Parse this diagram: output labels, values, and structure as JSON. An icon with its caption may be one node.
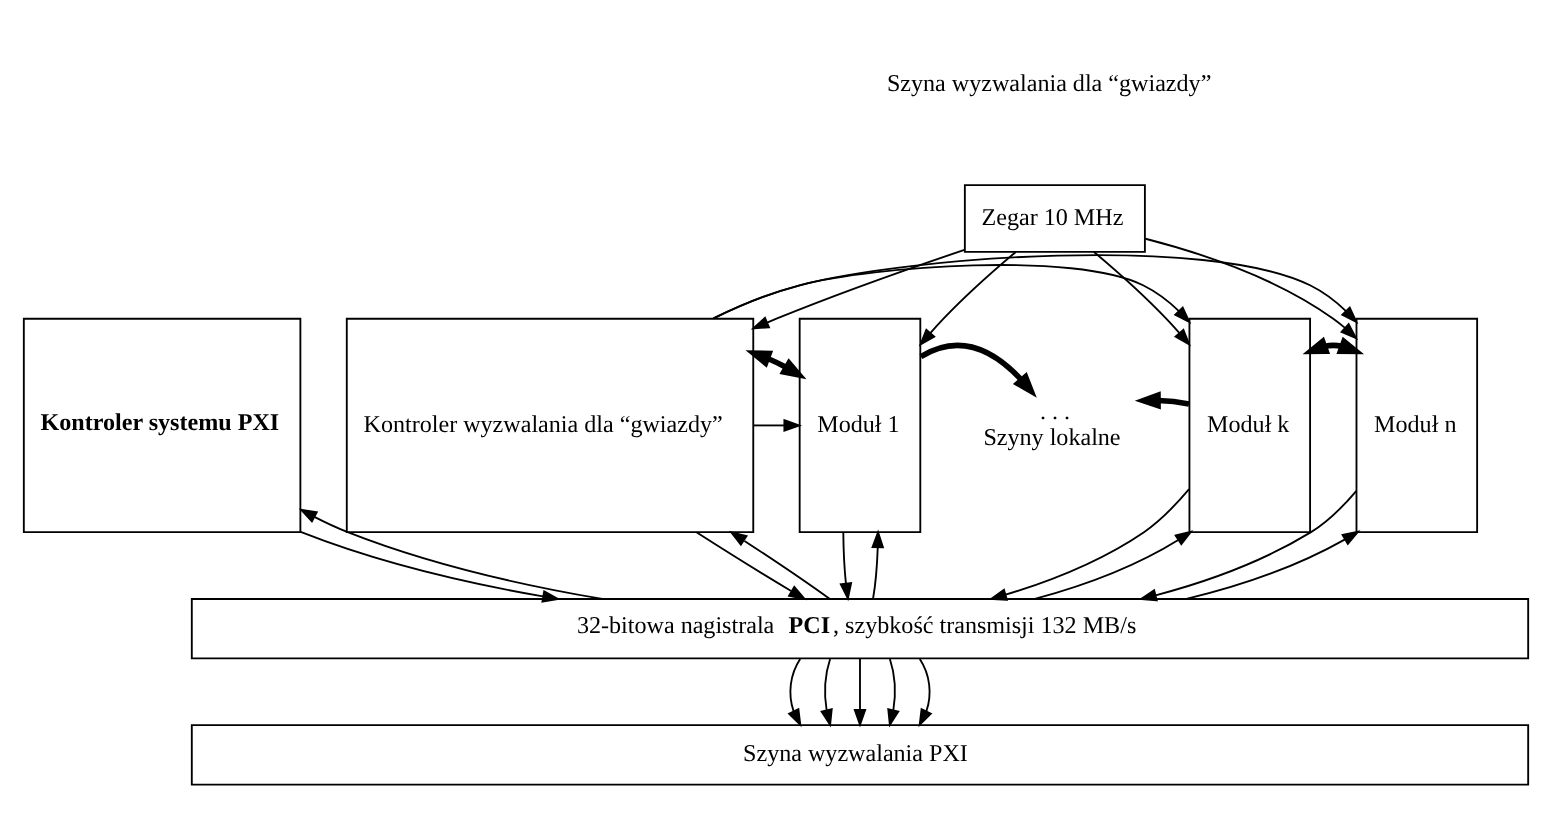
{
  "diagram": {
    "nodes": [
      {
        "text": [
          "Zegar 10 MHz"
        ]
      },
      {
        "text": [
          "Kontroler systemu PXI"
        ]
      },
      {
        "text": [
          "Kontroler wyzwalania dla “gwiazdy”"
        ]
      },
      {
        "text": [
          "Moduł 1"
        ]
      },
      {
        "text": [
          ". . .",
          "Szyny lokalne"
        ]
      },
      {
        "text": [
          "Moduł k"
        ]
      },
      {
        "text": [
          "Moduł n"
        ]
      },
      {
        "text": [
          "32-bitowa nagistrala **PCI**, szybkość transmisji 132 MB/s"
        ]
      },
      {
        "text": [
          "Szyna wyzwalania PXI"
        ]
      }
    ],
    "edges": [
      {
        "from": 0,
        "to": 2,
        "arrow": "to"
      },
      {
        "from": 0,
        "to": 3,
        "arrow": "to"
      },
      {
        "from": 0,
        "to": 5,
        "arrow": "to"
      },
      {
        "from": 0,
        "to": 6,
        "arrow": "to"
      },
      {
        "from": 2,
        "to": 3,
        "arrow": "to"
      },
      {
        "from": 2,
        "to": 5,
        "arrow": "to"
      },
      {
        "from": 2,
        "to": 6,
        "arrow": "to"
      },
      {
        "from": 2,
        "to": 3,
        "arrow": "both",
        "style": "thick"
      },
      {
        "from": 3,
        "to": 4,
        "arrow": "to",
        "style": "thick"
      },
      {
        "from": 5,
        "to": 4,
        "arrow": "to",
        "style": "thick"
      },
      {
        "from": 5,
        "to": 6,
        "arrow": "both",
        "style": "thick"
      },
      {
        "from": 7,
        "to": 1,
        "arrow": "to"
      },
      {
        "from": 1,
        "to": 7,
        "arrow": "to"
      },
      {
        "from": 7,
        "to": 2,
        "arrow": "to"
      },
      {
        "from": 2,
        "to": 7,
        "arrow": "to"
      },
      {
        "from": 7,
        "to": 3,
        "arrow": "to"
      },
      {
        "from": 3,
        "to": 7,
        "arrow": "to"
      },
      {
        "from": 7,
        "to": 5,
        "arrow": "to"
      },
      {
        "from": 5,
        "to": 7,
        "arrow": "to"
      },
      {
        "from": 7,
        "to": 6,
        "arrow": "to"
      },
      {
        "from": 6,
        "to": 7,
        "arrow": "to"
      },
      {
        "from": 7,
        "to": 8,
        "arrow": "to"
      },
      {
        "from": 7,
        "to": 8,
        "arrow": "to"
      },
      {
        "from": 7,
        "to": 8,
        "arrow": "to"
      },
      {
        "from": 7,
        "to": 8,
        "arrow": "to"
      },
      {
        "from": 7,
        "to": 8,
        "arrow": "to"
      }
    ],
    "labels": [
      "Szyna wyzwalania dla “gwiazdy”"
    ]
  }
}
